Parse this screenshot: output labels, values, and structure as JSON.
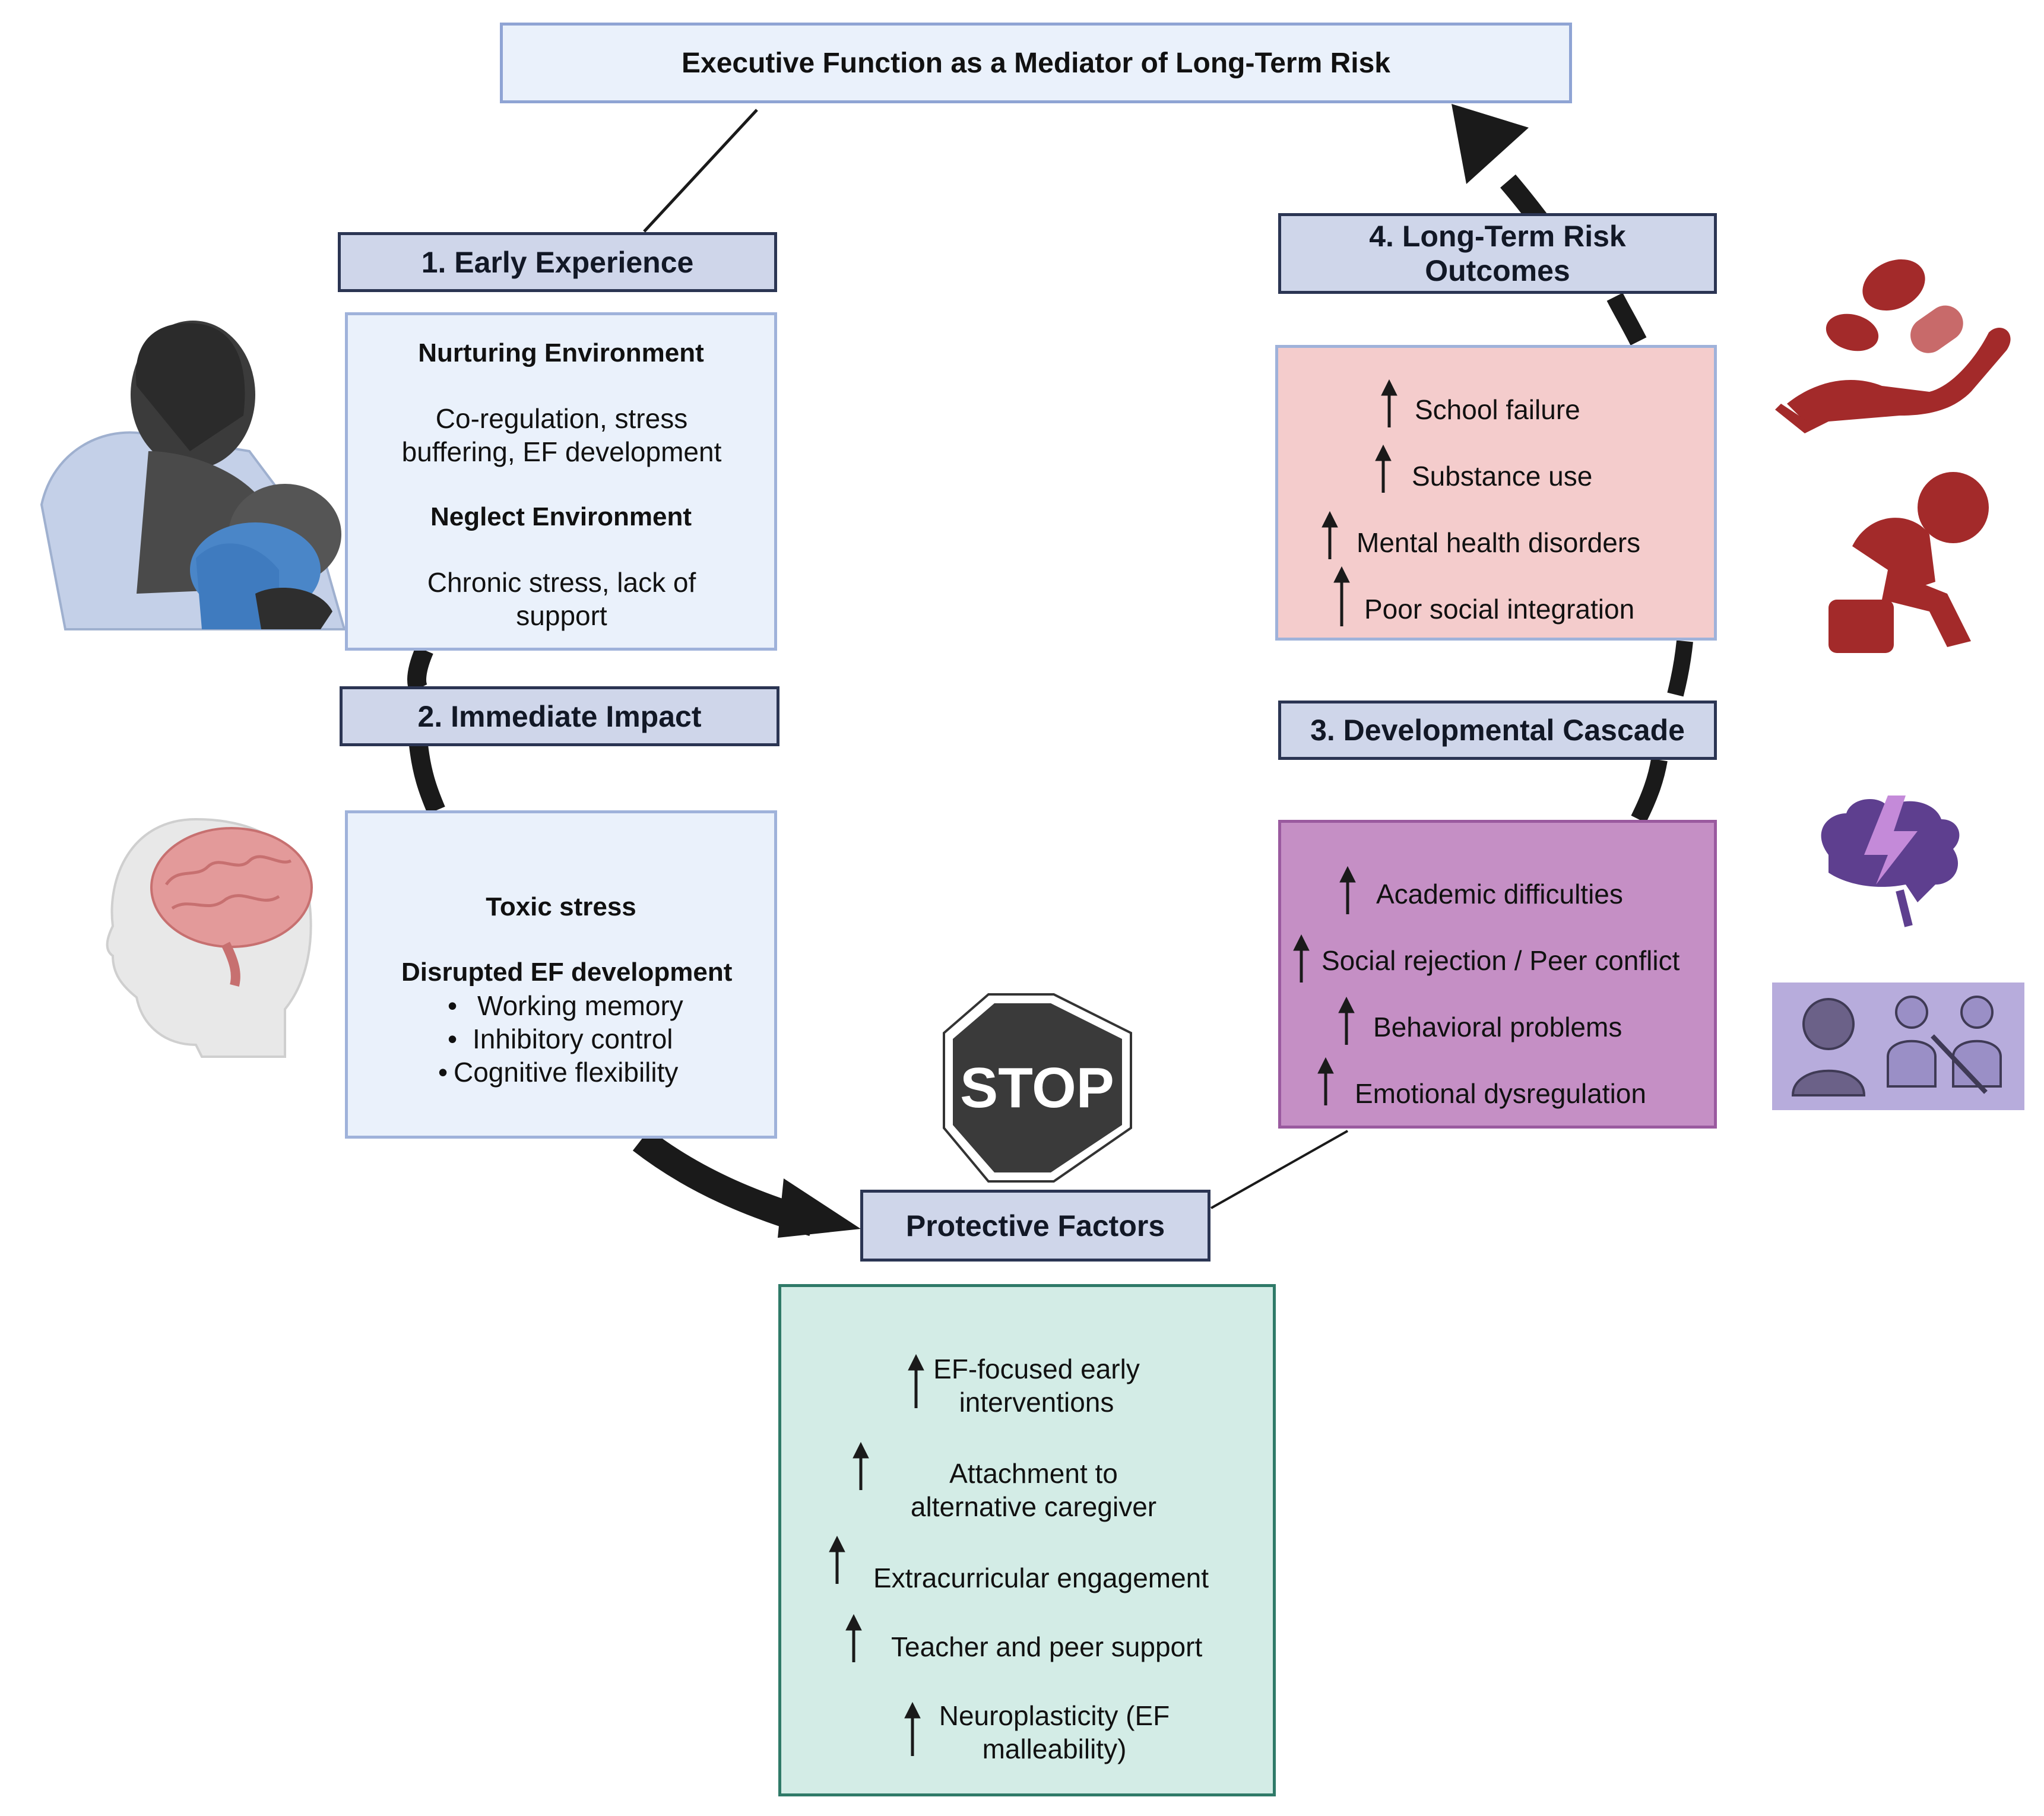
{
  "title": "Executive Function as a Mediator of Long-Term Risk",
  "steps": {
    "early_experience": "1. Early Experience",
    "immediate_impact": "2. Immediate Impact",
    "developmental_cascade": "3. Developmental Cascade",
    "long_term_risk": "4. Long-Term Risk Outcomes",
    "protective_factors": "Protective Factors"
  },
  "early_experience": {
    "nurturing_heading": "Nurturing Environment",
    "nurturing_text": "Co-regulation, stress buffering, EF development",
    "neglect_heading": "Neglect Environment",
    "neglect_text": "Chronic stress, lack of support"
  },
  "immediate_impact": {
    "toxic_stress": "Toxic stress",
    "disrupted": "Disrupted EF development",
    "bullets": [
      "Working memory",
      "Inhibitory control",
      "Cognitive flexibility"
    ]
  },
  "long_term_outcomes": [
    "School failure",
    "Substance use",
    "Mental health disorders",
    "Poor social integration"
  ],
  "cascade": [
    "Academic difficulties",
    "Social rejection / Peer conflict",
    "Behavioral problems",
    "Emotional dysregulation"
  ],
  "protective": [
    "EF-focused early interventions",
    "Attachment to alternative caregiver",
    "Extracurricular engagement",
    "Teacher and peer support",
    "Neuroplasticity (EF malleability)"
  ],
  "stop_sign": "STOP",
  "colors": {
    "header_fill": "#cfd6ea",
    "header_border": "#2b3553",
    "panel_blue": "#eaf1fb",
    "panel_red": "#f4cccc",
    "panel_purple": "#c58fc5",
    "panel_green": "#d3ece6",
    "icon_red": "#a32a2a",
    "icon_purple": "#5e3f8f",
    "arrow": "#1a1a1a"
  },
  "icons": [
    "mother-breastfeeding-icon",
    "infant-brain-icon",
    "hand-pills-icon",
    "distressed-person-icon",
    "brain-lightning-icon",
    "social-rejection-icon",
    "stop-sign-icon",
    "up-arrow-icon",
    "down-arrow-icon"
  ]
}
